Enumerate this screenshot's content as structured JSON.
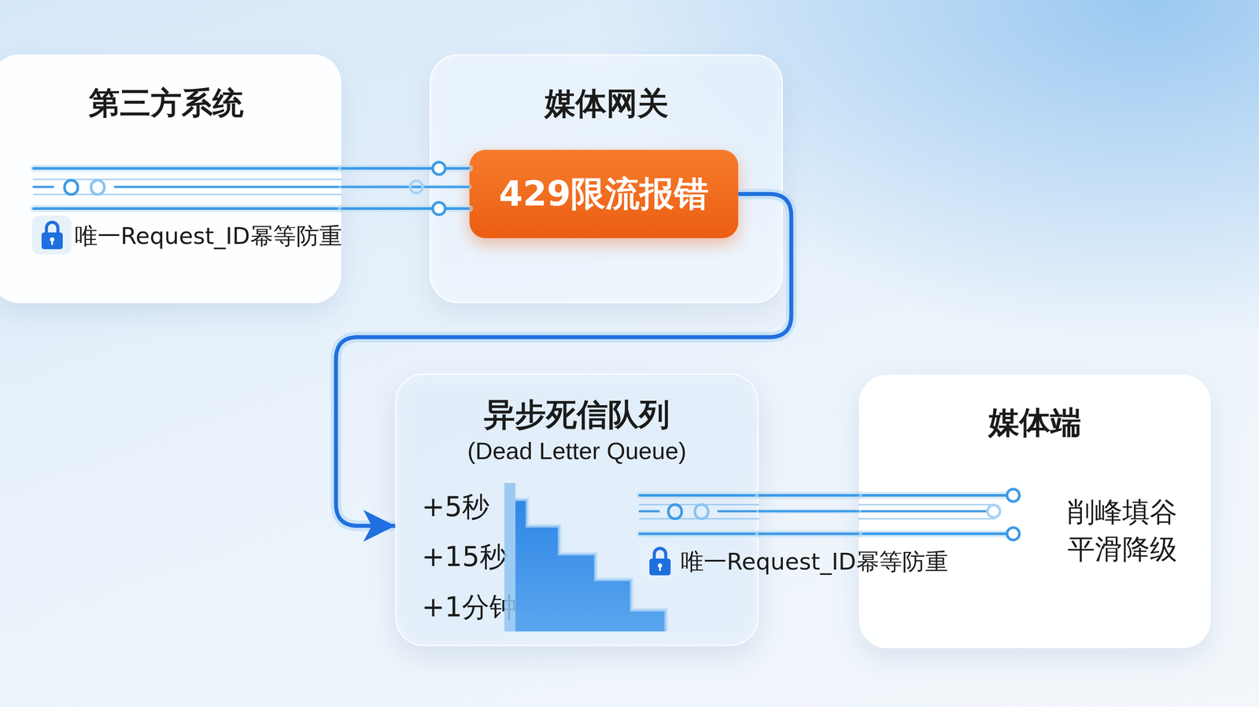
{
  "diagram": {
    "nodes": [
      {
        "text": [
          "第三方系统",
          "唯一Request_ID幂等防重"
        ]
      },
      {
        "text": [
          "媒体网关"
        ]
      },
      {
        "text": [
          "429限流报错"
        ],
        "in": 1
      },
      {
        "text": [
          "异步死信队列",
          "(Dead Letter Queue)",
          "+5秒",
          "+15秒",
          "+1分钟"
        ]
      },
      {
        "text": [
          "媒体端",
          "削峰填谷 平滑降级"
        ]
      }
    ],
    "edges": [
      {
        "from": 0,
        "to": 2,
        "arrow": "none"
      },
      {
        "from": 2,
        "to": 3,
        "arrow": "to"
      },
      {
        "from": 3,
        "to": 4,
        "arrow": "none"
      }
    ],
    "labels": [
      "唯一Request_ID幂等防重"
    ]
  }
}
